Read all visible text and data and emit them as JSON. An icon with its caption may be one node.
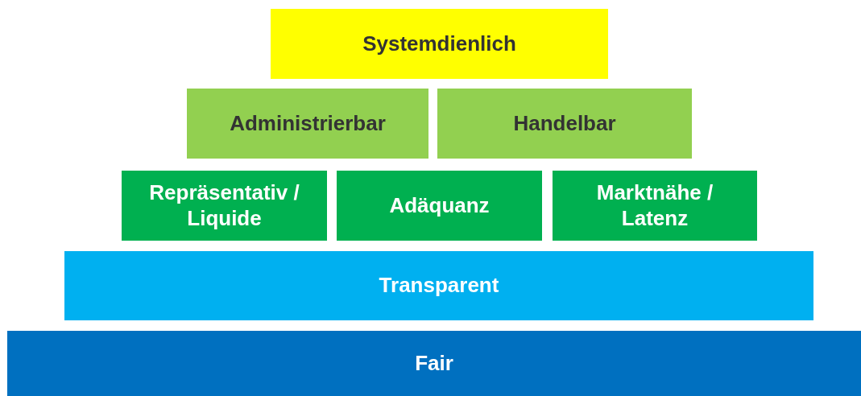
{
  "diagram": {
    "nodes": [
      {
        "text": [
          "Systemdienlich"
        ]
      },
      {
        "text": [
          "Administrierbar"
        ]
      },
      {
        "text": [
          "Handelbar"
        ]
      },
      {
        "text": [
          "Repräsentativ / Liquide"
        ]
      },
      {
        "text": [
          "Adäquanz"
        ]
      },
      {
        "text": [
          "Marktnähe / Latenz"
        ]
      },
      {
        "text": [
          "Transparent"
        ]
      },
      {
        "text": [
          "Fair"
        ]
      }
    ]
  }
}
